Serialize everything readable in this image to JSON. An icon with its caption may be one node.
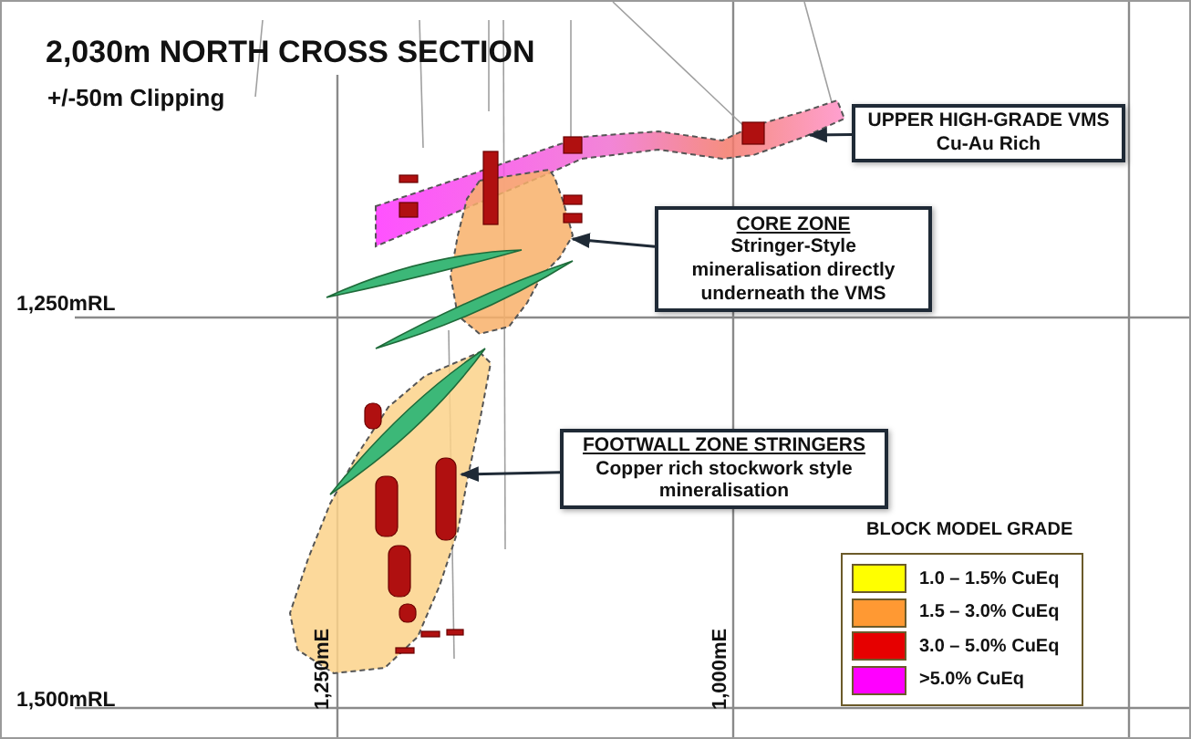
{
  "diagram": {
    "title": "2,030m NORTH CROSS SECTION",
    "nodes": [
      {
        "text": [
          "UPPER HIGH-GRADE VMS Cu-Au Rich"
        ]
      },
      {
        "text": [],
        "shape": "picture"
      },
      {
        "text": [
          "CORE ZONE",
          "Stringer-Style mineralisation directly underneath the VMS"
        ]
      },
      {
        "text": [],
        "shape": "picture"
      },
      {
        "text": [
          "FOOTWALL ZONE STRINGERS",
          "Copper rich stockwork style mineralisation"
        ]
      },
      {
        "text": [],
        "shape": "picture"
      }
    ],
    "edges": [
      {
        "from": 0,
        "to": 1,
        "arrow": "to"
      },
      {
        "from": 2,
        "to": 3,
        "arrow": "to"
      },
      {
        "from": 4,
        "to": 5,
        "arrow": "to"
      }
    ],
    "labels": [
      "+/-50m Clipping",
      "1,250mRL",
      "BLOCK MODEL GRADE",
      "1,250mE",
      "1,000mE",
      "1,500mRL"
    ],
    "legend": [
      {
        "text": "1.0 – 1.5% CuEq",
        "color": "#ffff00"
      },
      {
        "text": "1.5 – 3.0% CuEq",
        "color": "#ff9933"
      },
      {
        "text": "3.0 – 5.0% CuEq",
        "color": "#e60000"
      },
      {
        "text": ">5.0% CuEq",
        "color": "#ff00ff"
      }
    ]
  }
}
